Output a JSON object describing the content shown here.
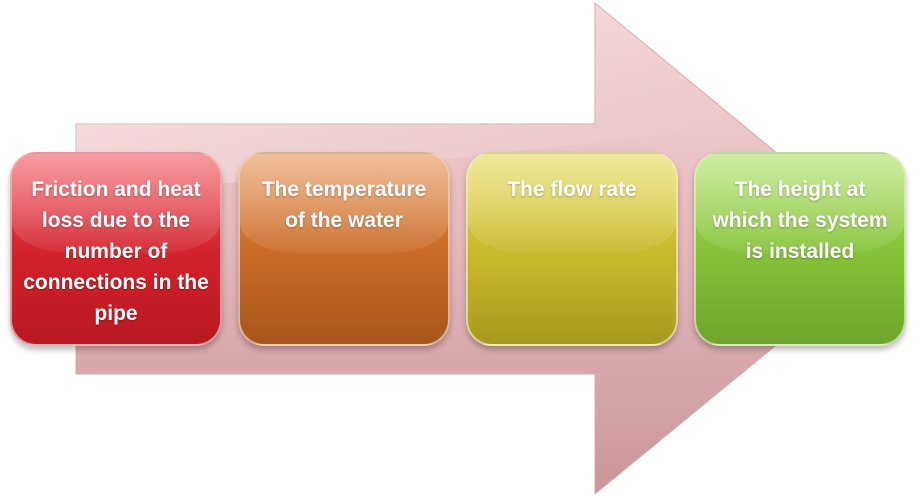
{
  "steps": [
    {
      "text": "Friction and heat loss due to the number of connections in the pipe",
      "color": "#d1222b"
    },
    {
      "text": "The temperature of the water",
      "color": "#c76a28"
    },
    {
      "text": "The flow rate",
      "color": "#c7b82b"
    },
    {
      "text": "The height at which the system is installed",
      "color": "#84c138"
    }
  ],
  "arrow_color": "#e7bcbf"
}
